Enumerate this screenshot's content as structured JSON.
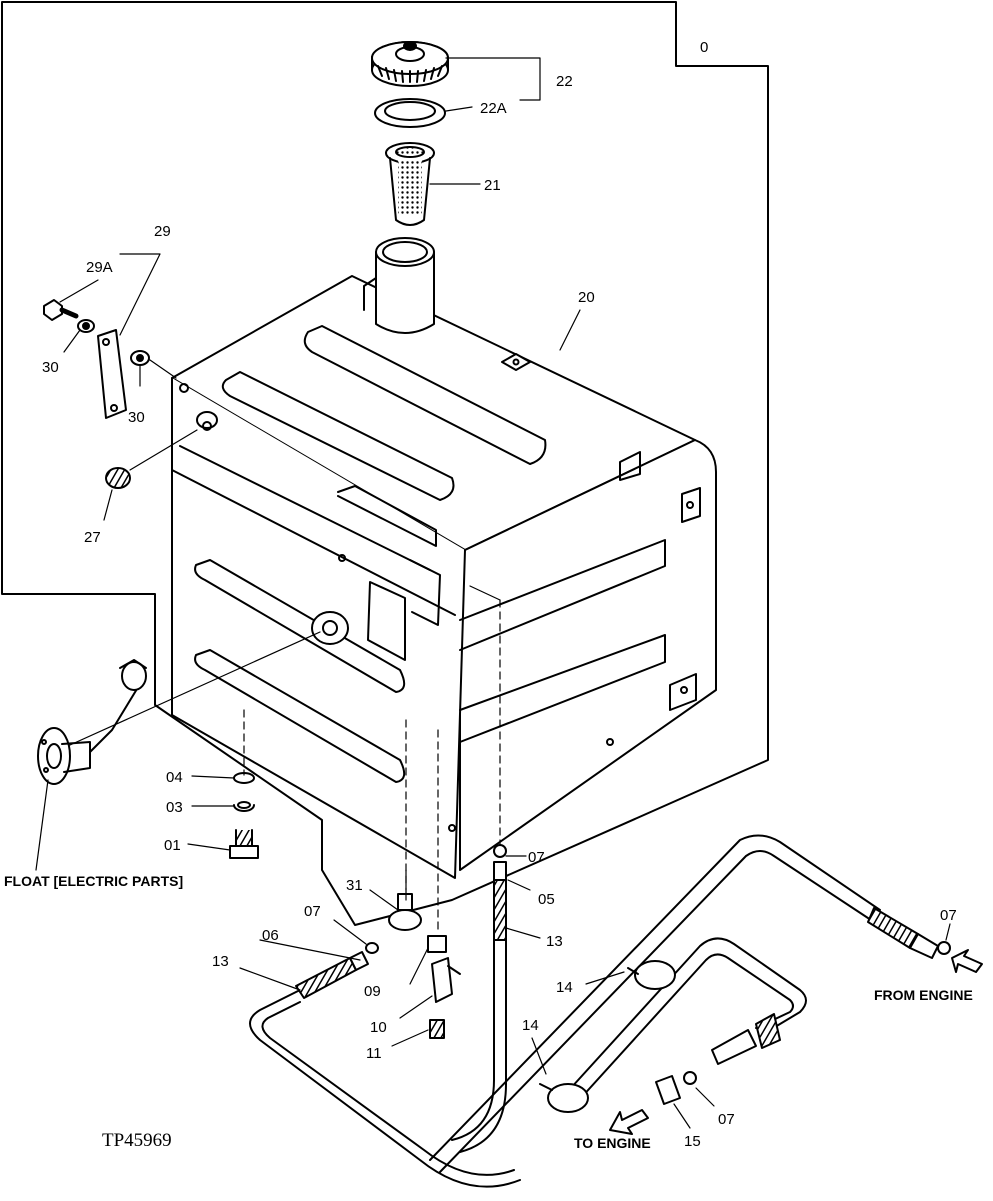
{
  "diagram": {
    "figure_ref": "TP45969",
    "group_index": "0",
    "captions": {
      "float": "FLOAT [ELECTRIC PARTS]",
      "from_engine": "FROM ENGINE",
      "to_engine": "TO ENGINE"
    },
    "callouts": [
      {
        "id": "c22",
        "text": "22"
      },
      {
        "id": "c22a",
        "text": "22A"
      },
      {
        "id": "c21",
        "text": "21"
      },
      {
        "id": "c29",
        "text": "29"
      },
      {
        "id": "c29a",
        "text": "29A"
      },
      {
        "id": "c30a",
        "text": "30"
      },
      {
        "id": "c30b",
        "text": "30"
      },
      {
        "id": "c20",
        "text": "20"
      },
      {
        "id": "c27",
        "text": "27"
      },
      {
        "id": "c04",
        "text": "04"
      },
      {
        "id": "c03",
        "text": "03"
      },
      {
        "id": "c01",
        "text": "01"
      },
      {
        "id": "c07a",
        "text": "07"
      },
      {
        "id": "c05",
        "text": "05"
      },
      {
        "id": "c13a",
        "text": "13"
      },
      {
        "id": "c31",
        "text": "31"
      },
      {
        "id": "c07b",
        "text": "07"
      },
      {
        "id": "c06",
        "text": "06"
      },
      {
        "id": "c13b",
        "text": "13"
      },
      {
        "id": "c09",
        "text": "09"
      },
      {
        "id": "c10",
        "text": "10"
      },
      {
        "id": "c11",
        "text": "11"
      },
      {
        "id": "c14a",
        "text": "14"
      },
      {
        "id": "c14b",
        "text": "14"
      },
      {
        "id": "c07c",
        "text": "07"
      },
      {
        "id": "c07d",
        "text": "07"
      },
      {
        "id": "c15",
        "text": "15"
      }
    ]
  }
}
